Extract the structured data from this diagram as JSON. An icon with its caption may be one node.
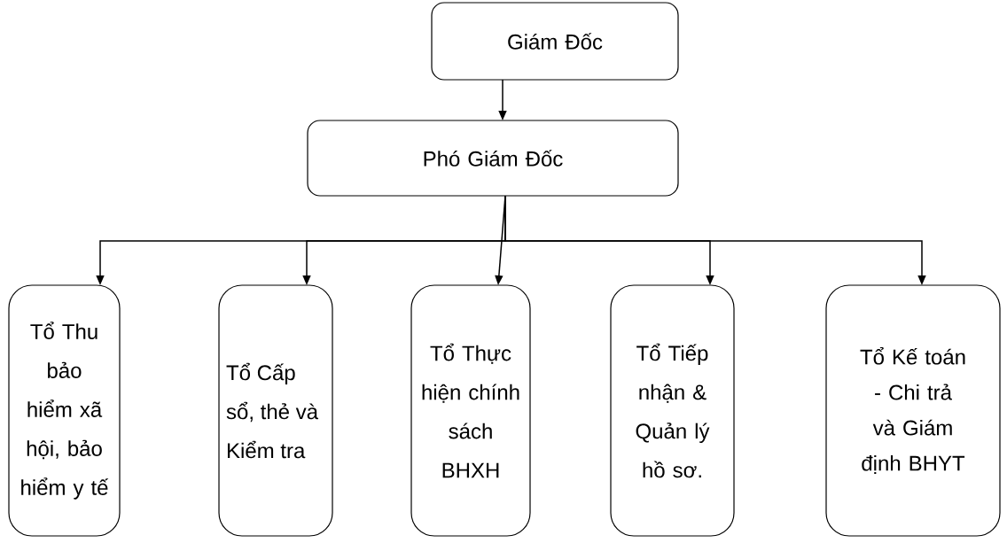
{
  "diagram": {
    "nodes": [
      {
        "text": [
          "Giám Đốc"
        ]
      },
      {
        "text": [
          "Phó Giám Đốc"
        ]
      },
      {
        "text": [
          "Tổ Thu bảo hiểm xã hội, bảo hiểm y tế"
        ]
      },
      {
        "text": [
          "Tổ Cấp sổ, thẻ và Kiểm tra"
        ]
      },
      {
        "text": [
          "Tổ Thực hiện chính sách BHXH"
        ]
      },
      {
        "text": [
          "Tổ Tiếp nhận & Quản lý hồ sơ."
        ]
      },
      {
        "text": [
          "Tổ Kế toán - Chi trả và Giám định BHYT"
        ]
      }
    ],
    "edges": [
      {
        "from": 0,
        "to": 1,
        "arrow": "to"
      },
      {
        "from": 1,
        "to": 2,
        "arrow": "to"
      },
      {
        "from": 1,
        "to": 3,
        "arrow": "to"
      },
      {
        "from": 1,
        "to": 4,
        "arrow": "to"
      },
      {
        "from": 1,
        "to": 5,
        "arrow": "to"
      },
      {
        "from": 1,
        "to": 6,
        "arrow": "to"
      }
    ]
  }
}
